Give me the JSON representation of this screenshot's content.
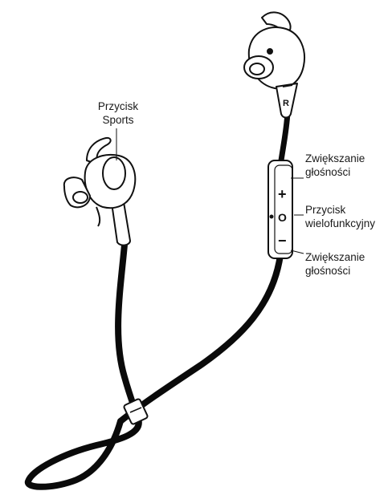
{
  "callouts": {
    "sports_button": {
      "line1": "Przycisk",
      "line2": "Sports"
    },
    "volume_up": {
      "line1": "Zwiększanie",
      "line2": "głośności"
    },
    "multifunction_button": {
      "line1": "Przycisk",
      "line2": "wielofunkcyjny"
    },
    "volume_down": {
      "line1": "Zwiększanie",
      "line2": "głośności"
    }
  },
  "earbud_marks": {
    "right": "R"
  },
  "remote_marks": {
    "plus": "+",
    "center": "O",
    "minus": "−"
  },
  "icons": [
    "earbud-left-icon",
    "earbud-right-icon",
    "inline-remote-icon",
    "cable-icon",
    "cable-clip-icon"
  ],
  "colors": {
    "ink": "#111111",
    "background": "#ffffff",
    "cable": "#0a0a0a"
  }
}
